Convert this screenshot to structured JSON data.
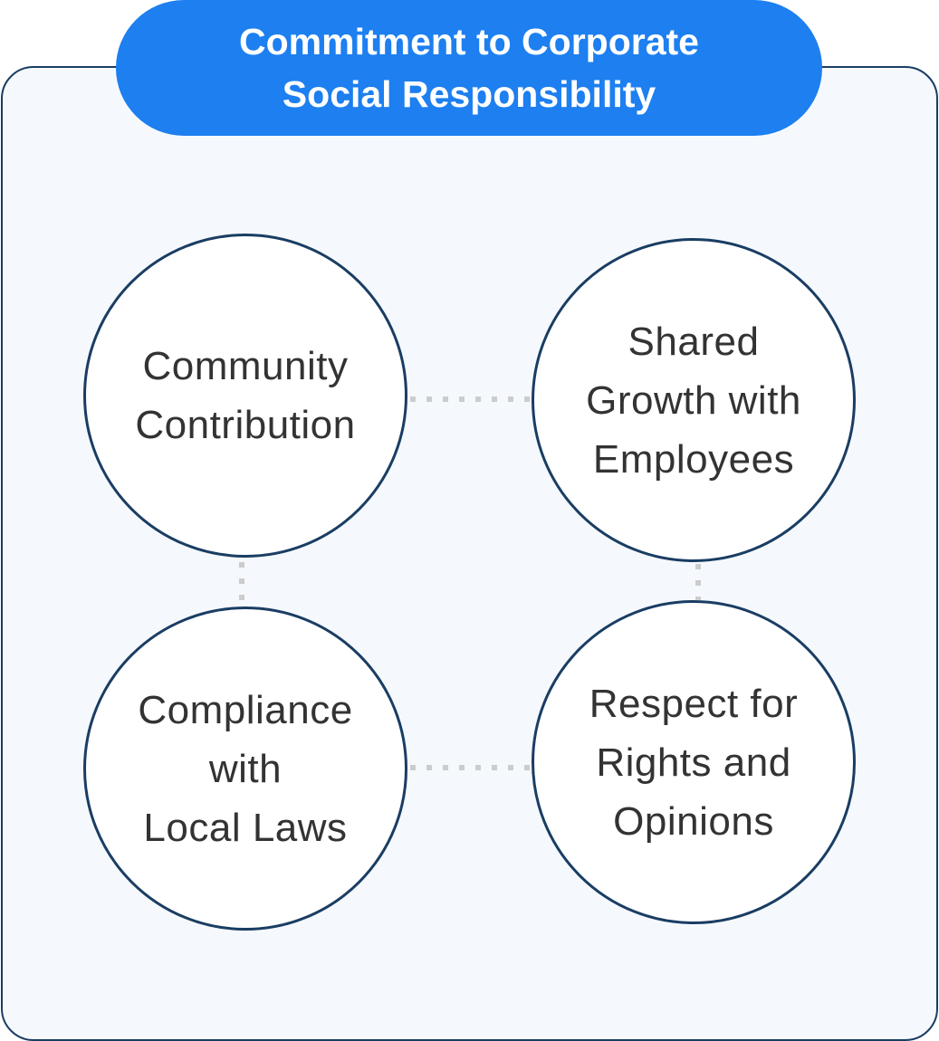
{
  "title": {
    "line1": "Commitment to Corporate",
    "line2": "Social Responsibility"
  },
  "colors": {
    "title_bg": "#1d7ff0",
    "panel_bg": "#f5f9fd",
    "border": "#1a3d63",
    "connector": "#cccccc",
    "text": "#333333"
  },
  "nodes": [
    {
      "id": "community-contribution",
      "lines": [
        "Community",
        "Contribution"
      ]
    },
    {
      "id": "shared-growth",
      "lines": [
        "Shared",
        "Growth with",
        "Employees"
      ]
    },
    {
      "id": "compliance",
      "lines": [
        "Compliance",
        "with",
        "Local Laws"
      ]
    },
    {
      "id": "respect",
      "lines": [
        "Respect for",
        "Rights and",
        "Opinions"
      ]
    }
  ],
  "connections": [
    [
      "community-contribution",
      "shared-growth"
    ],
    [
      "community-contribution",
      "compliance"
    ],
    [
      "shared-growth",
      "respect"
    ],
    [
      "compliance",
      "respect"
    ]
  ]
}
